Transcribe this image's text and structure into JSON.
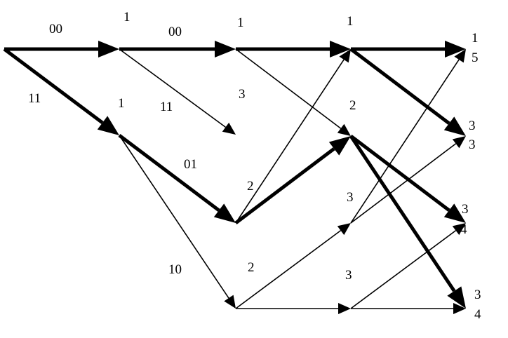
{
  "colors": {
    "ink": "#000000",
    "background": "#ffffff"
  },
  "diagram": {
    "type": "trellis",
    "edges": [
      {
        "from": "s0",
        "to": "t1a",
        "label": "00",
        "bold": true
      },
      {
        "from": "s0",
        "to": "t1b",
        "label": "11",
        "bold": true
      },
      {
        "from": "t1a",
        "to": "t2a",
        "label": "00",
        "bold": true
      },
      {
        "from": "t1a",
        "to": "t2x",
        "label": "11",
        "bold": false
      },
      {
        "from": "t1b",
        "to": "t2c",
        "label": "01",
        "bold": true
      },
      {
        "from": "t1b",
        "to": "t2d",
        "label": "10",
        "bold": false
      },
      {
        "from": "t2a",
        "to": "t3a",
        "label": "",
        "bold": true
      },
      {
        "from": "t2a",
        "to": "t3b",
        "label": "",
        "bold": false
      },
      {
        "from": "t2c",
        "to": "t3a",
        "label": "",
        "bold": false
      },
      {
        "from": "t2c",
        "to": "t3b",
        "label": "",
        "bold": true
      },
      {
        "from": "t2d",
        "to": "t3c",
        "label": "",
        "bold": false
      },
      {
        "from": "t2d",
        "to": "t3d",
        "label": "",
        "bold": false
      },
      {
        "from": "t3a",
        "to": "t4a",
        "label": "",
        "bold": true
      },
      {
        "from": "t3a",
        "to": "t4b",
        "label": "",
        "bold": true
      },
      {
        "from": "t3b",
        "to": "t4c",
        "label": "",
        "bold": true
      },
      {
        "from": "t3b",
        "to": "t4d",
        "label": "",
        "bold": true
      },
      {
        "from": "t3c",
        "to": "t4a",
        "label": "",
        "bold": false
      },
      {
        "from": "t3c",
        "to": "t4b",
        "label": "",
        "bold": false
      },
      {
        "from": "t3d",
        "to": "t4c",
        "label": "",
        "bold": false
      },
      {
        "from": "t3d",
        "to": "t4d",
        "label": "",
        "bold": false
      }
    ],
    "metrics": [
      {
        "node": "t1a",
        "value": "1"
      },
      {
        "node": "t1b",
        "value": "1"
      },
      {
        "node": "t2a",
        "value": "1"
      },
      {
        "node": "t2x",
        "value": "3"
      },
      {
        "node": "t2c",
        "value": "2"
      },
      {
        "node": "t2d",
        "value": "2"
      },
      {
        "node": "t3a",
        "value": "1"
      },
      {
        "node": "t3b",
        "value": "2"
      },
      {
        "node": "t3c",
        "value": "3"
      },
      {
        "node": "t3d",
        "value": "3"
      },
      {
        "node": "t4a",
        "value": "1"
      },
      {
        "node": "t4a",
        "value": "5"
      },
      {
        "node": "t4b",
        "value": "3"
      },
      {
        "node": "t4b",
        "value": "3"
      },
      {
        "node": "t4c",
        "value": "3"
      },
      {
        "node": "t4c",
        "value": "4"
      },
      {
        "node": "t4d",
        "value": "3"
      },
      {
        "node": "t4d",
        "value": "4"
      }
    ]
  }
}
